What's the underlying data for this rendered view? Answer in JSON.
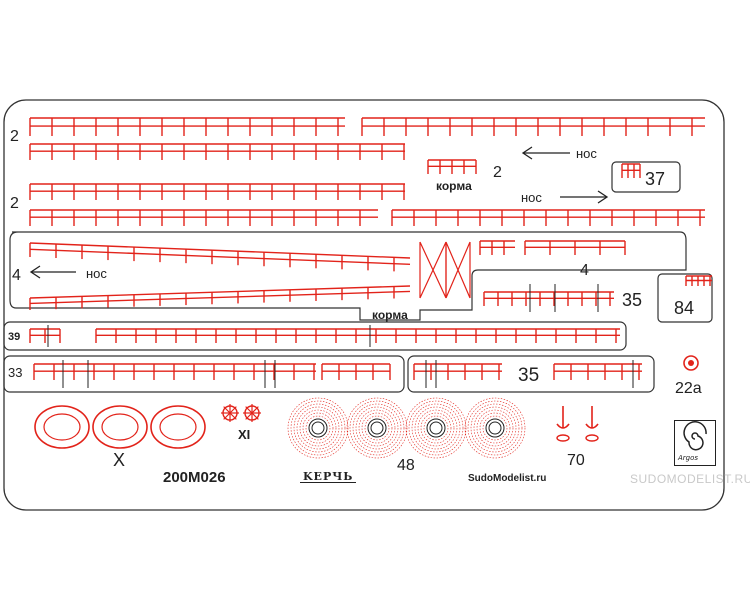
{
  "sheet": {
    "part_numbers": {
      "r1_left": "2",
      "r1_right": "2",
      "r2_left": "2",
      "r3_left": "4",
      "r3_right": "4",
      "r4_a": "35",
      "r4_b": "84",
      "r5_left": "39",
      "r6_left": "33",
      "r6_right": "35",
      "p37": "37",
      "p22a": "22a",
      "pX": "X",
      "pXI": "XI",
      "p48": "48",
      "p70": "70"
    },
    "direction_labels": {
      "nos1": "нос",
      "nos2": "нос",
      "nos3": "нос",
      "korma1": "корма",
      "korma2": "корма"
    },
    "product_code": "200M026",
    "brand_logo_text": "KЕРЧЬ",
    "site": "SudoModelist.ru",
    "maker_logo_text": "Argos",
    "watermark": "SUDOMODELIST.RU"
  },
  "colors": {
    "part_red": "#e2231a",
    "outline": "#333333",
    "watermark": "#c9c9c9"
  }
}
